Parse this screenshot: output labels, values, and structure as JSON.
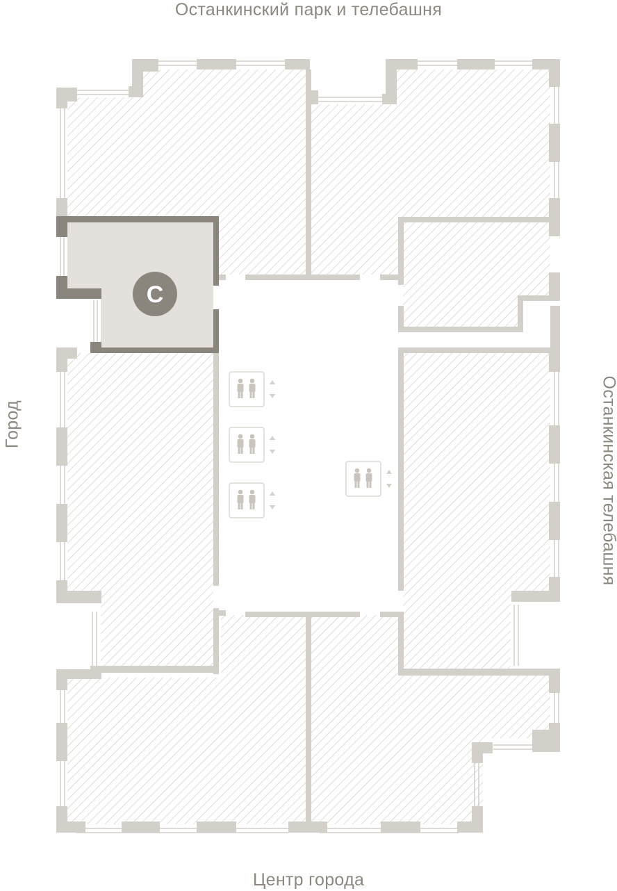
{
  "directions": {
    "top": "Останкинский парк и телебашня",
    "bottom": "Центр города",
    "left": "Город",
    "right": "Останкинская телебашня"
  },
  "selected_unit": {
    "label": "C"
  },
  "colors": {
    "wall": "#d3cfc9",
    "selected_wall": "#8b867d",
    "selected_fill": "#e4e1dd",
    "badge": "#8b867d",
    "hatch": "#cfcbc5"
  },
  "elevators": [
    {
      "icon": "elevator-icon"
    },
    {
      "icon": "elevator-icon"
    },
    {
      "icon": "elevator-icon"
    },
    {
      "icon": "elevator-icon"
    }
  ]
}
